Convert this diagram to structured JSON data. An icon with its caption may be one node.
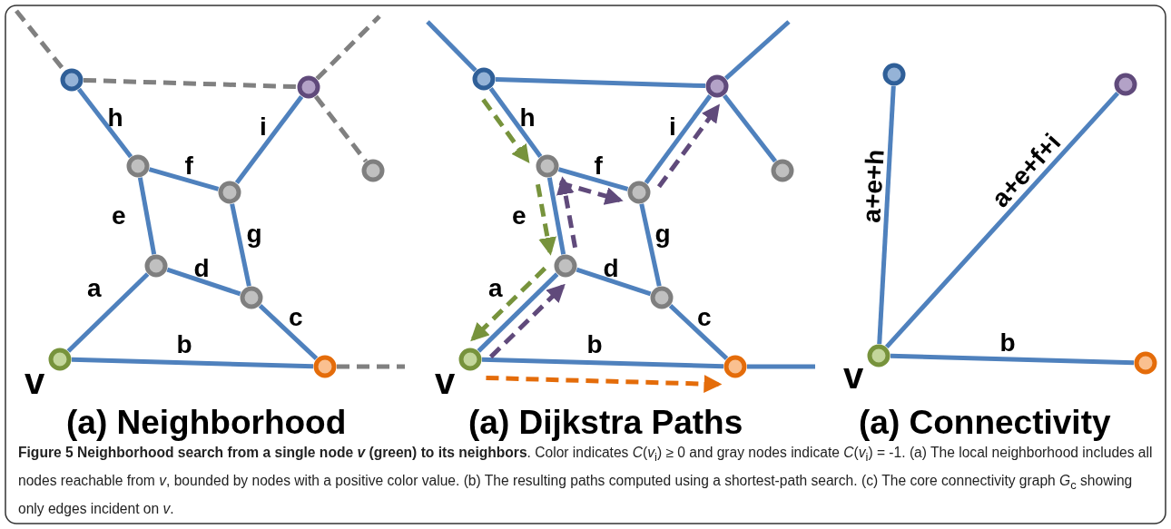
{
  "diagram": {
    "caption": "**Figure 5 Neighborhood search from a single node *v* (green) to its neighbors**. Color indicates *C*(*v*$_{i}$) ≥ 0 and gray nodes indicate *C*(*v*$_{i}$) = -1. (a) The local neighborhood includes all nodes reachable from *v*, bounded by nodes with a positive color value. (b) The resulting paths computed using a shortest-path search. (c) The core connectivity graph *G*$_{c}$ showing only edges incident on *v*.",
    "nodes": [
      {
        "text": [],
        "shape": "circle"
      },
      {
        "text": [],
        "shape": "circle"
      },
      {
        "text": [],
        "shape": "circle"
      },
      {
        "text": [],
        "shape": "circle"
      },
      {
        "text": [],
        "shape": "circle"
      },
      {
        "text": [],
        "shape": "circle"
      },
      {
        "text": [],
        "shape": "circle"
      },
      {
        "text": [],
        "shape": "circle",
        "beside": [
          "v"
        ]
      },
      {
        "text": [],
        "shape": "circle"
      },
      {
        "text": [],
        "shape": "circle"
      },
      {
        "text": [],
        "shape": "circle"
      },
      {
        "text": [],
        "shape": "circle"
      },
      {
        "text": [],
        "shape": "circle"
      },
      {
        "text": [],
        "shape": "circle"
      },
      {
        "text": [],
        "shape": "circle"
      },
      {
        "text": [],
        "shape": "circle"
      },
      {
        "text": [],
        "shape": "circle",
        "beside": [
          "v"
        ]
      },
      {
        "text": [],
        "shape": "circle"
      },
      {
        "text": [],
        "shape": "circle"
      },
      {
        "text": [],
        "shape": "circle"
      },
      {
        "text": [],
        "shape": "circle",
        "beside": [
          "v"
        ]
      },
      {
        "text": [],
        "shape": "circle"
      }
    ],
    "edges": [
      {
        "from": null,
        "to": 0,
        "arrow": "none",
        "style": "dashed",
        "color": "#808080"
      },
      {
        "from": 0,
        "to": 1,
        "arrow": "none",
        "style": "dashed",
        "color": "#808080"
      },
      {
        "from": 1,
        "to": null,
        "arrow": "none",
        "style": "dashed",
        "color": "#808080"
      },
      {
        "from": 1,
        "to": 4,
        "arrow": "none",
        "style": "dashed",
        "color": "#808080"
      },
      {
        "from": 0,
        "to": 2,
        "arrow": "none",
        "label": "h"
      },
      {
        "from": 2,
        "to": 3,
        "arrow": "none",
        "label": "f"
      },
      {
        "from": 3,
        "to": 1,
        "arrow": "none",
        "label": "i"
      },
      {
        "from": 2,
        "to": 5,
        "arrow": "none",
        "label": "e"
      },
      {
        "from": 3,
        "to": 6,
        "arrow": "none",
        "label": "g"
      },
      {
        "from": 5,
        "to": 6,
        "arrow": "none",
        "label": "d"
      },
      {
        "from": 7,
        "to": 5,
        "arrow": "none",
        "label": "a"
      },
      {
        "from": 7,
        "to": 8,
        "arrow": "none",
        "label": "b"
      },
      {
        "from": 6,
        "to": 8,
        "arrow": "none",
        "label": "c"
      },
      {
        "from": 8,
        "to": null,
        "arrow": "none",
        "style": "dashed",
        "color": "#808080"
      },
      {
        "from": null,
        "to": 9,
        "arrow": "none"
      },
      {
        "from": 9,
        "to": 10,
        "arrow": "none"
      },
      {
        "from": 10,
        "to": null,
        "arrow": "none"
      },
      {
        "from": 10,
        "to": 13,
        "arrow": "none"
      },
      {
        "from": 9,
        "to": 11,
        "arrow": "none",
        "label": "h"
      },
      {
        "from": 11,
        "to": 12,
        "arrow": "none",
        "label": "f"
      },
      {
        "from": 12,
        "to": 10,
        "arrow": "none",
        "label": "i"
      },
      {
        "from": 11,
        "to": 14,
        "arrow": "none",
        "label": "e"
      },
      {
        "from": 12,
        "to": 15,
        "arrow": "none",
        "label": "g"
      },
      {
        "from": 14,
        "to": 15,
        "arrow": "none",
        "label": "d"
      },
      {
        "from": 16,
        "to": 14,
        "arrow": "none",
        "label": "a"
      },
      {
        "from": 16,
        "to": 17,
        "arrow": "none",
        "label": "b"
      },
      {
        "from": 15,
        "to": 17,
        "arrow": "none",
        "label": "c"
      },
      {
        "from": 17,
        "to": null,
        "arrow": "none"
      },
      {
        "from": 9,
        "to": 11,
        "arrow": "to",
        "style": "dashed",
        "color": "#77933c"
      },
      {
        "from": 11,
        "to": 14,
        "arrow": "to",
        "style": "dashed",
        "color": "#77933c"
      },
      {
        "from": 14,
        "to": 16,
        "arrow": "to",
        "style": "dashed",
        "color": "#77933c"
      },
      {
        "from": 16,
        "to": 14,
        "arrow": "to",
        "style": "dashed",
        "color": "#604a7b"
      },
      {
        "from": 14,
        "to": 11,
        "arrow": "to",
        "style": "dashed",
        "color": "#604a7b"
      },
      {
        "from": 11,
        "to": 12,
        "arrow": "to",
        "style": "dashed",
        "color": "#604a7b"
      },
      {
        "from": 12,
        "to": 10,
        "arrow": "to",
        "style": "dashed",
        "color": "#604a7b"
      },
      {
        "from": 16,
        "to": 17,
        "arrow": "to",
        "style": "dashed",
        "color": "#e46c0a"
      },
      {
        "from": 20,
        "to": 18,
        "arrow": "none",
        "label": "a+e+h"
      },
      {
        "from": 20,
        "to": 19,
        "arrow": "none",
        "label": "a+e+f+i"
      },
      {
        "from": 20,
        "to": 21,
        "arrow": "none",
        "label": "b"
      }
    ],
    "labels": [
      "(a) Neighborhood",
      "(a) Dijkstra Paths",
      "(a) Connectivity"
    ]
  }
}
